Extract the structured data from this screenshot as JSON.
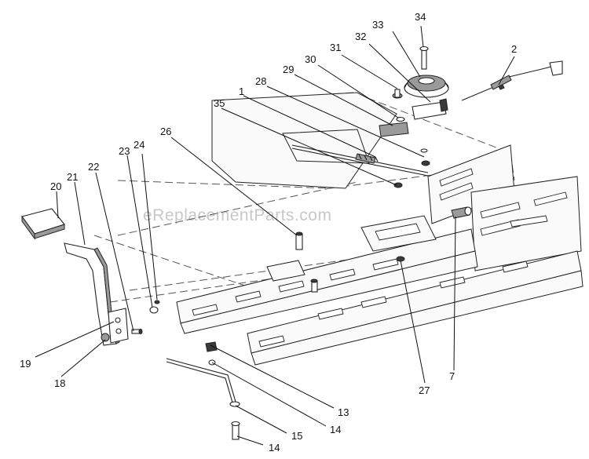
{
  "watermark": "eReplacementParts.com",
  "callouts": {
    "c34": "34",
    "c33": "33",
    "c32": "32",
    "c31": "31",
    "c2": "2",
    "c30": "30",
    "c29": "29",
    "c28": "28",
    "c1": "1",
    "c35": "35",
    "c26": "26",
    "c24": "24",
    "c23": "23",
    "c22": "22",
    "c21": "21",
    "c20": "20",
    "c19": "19",
    "c18": "18",
    "c13": "13",
    "c14a": "14",
    "c15": "15",
    "c14b": "14",
    "c27": "27",
    "c7": "7"
  }
}
